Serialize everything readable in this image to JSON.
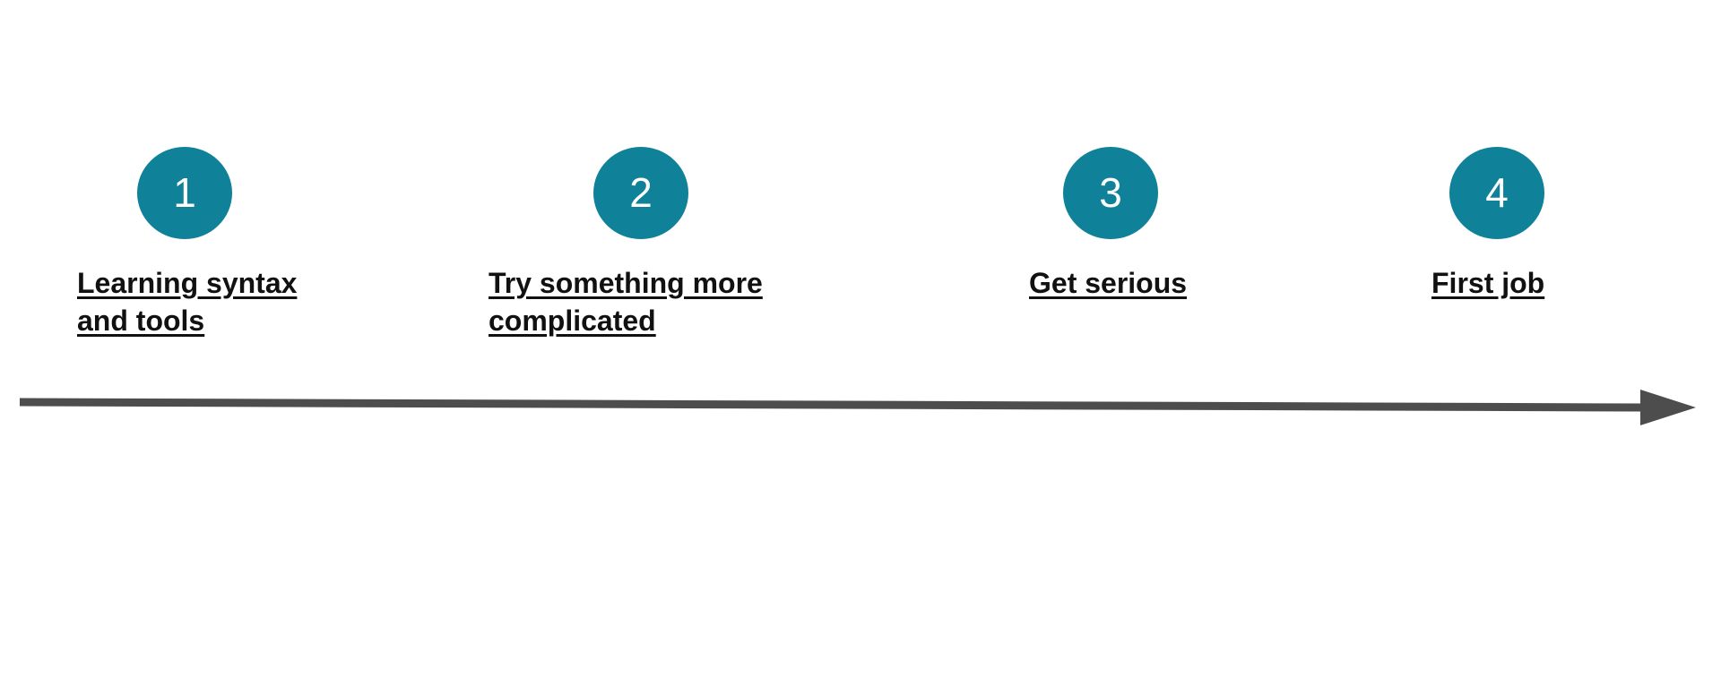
{
  "timeline": {
    "steps": [
      {
        "number": "1",
        "label": "Learning syntax and tools"
      },
      {
        "number": "2",
        "label": "Try something more complicated"
      },
      {
        "number": "3",
        "label": "Get serious"
      },
      {
        "number": "4",
        "label": "First job"
      }
    ],
    "colors": {
      "circle": "#0f8198",
      "number": "#ffffff",
      "label": "#111111",
      "arrow": "#4d4d4d"
    }
  }
}
